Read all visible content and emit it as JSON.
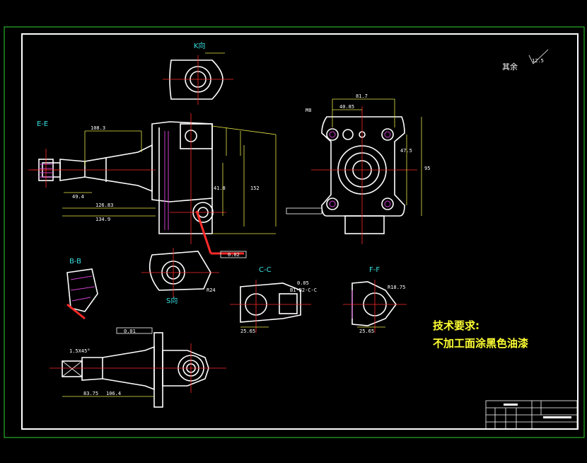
{
  "views": {
    "k": "K向",
    "e": "E-E",
    "b": "B-B",
    "s": "S向",
    "c": "C-C",
    "f": "F-F"
  },
  "roughness": {
    "label": "其余",
    "value": "12.5"
  },
  "requirements": {
    "title": "技术要求:",
    "line1": "不加工面涂黑色油漆"
  },
  "dims": {
    "d1": "108.3",
    "d2": "81.7",
    "d3": "40.85",
    "d4": "126.83",
    "d5": "134.9",
    "d6": "49.4",
    "d7": "95",
    "d8": "47.5",
    "d9": "152",
    "d10": "41.8",
    "d11": "25.65",
    "d12": "R18.75",
    "d13": "R24",
    "d14": "83.75",
    "d15": "106.4",
    "d16": "1.5X45°",
    "d17": "0.02",
    "d18": "0.01",
    "d19": "M8",
    "d20": "0.05",
    "d21": "B1-B2-C-C"
  },
  "colors": {
    "frame": "#2fd12f",
    "line": "#ffffff",
    "center": "#ff2a2a",
    "dim": "#e8e84a",
    "label": "#39e0e0",
    "hidden": "#d040d0",
    "note": "#ffff33"
  }
}
